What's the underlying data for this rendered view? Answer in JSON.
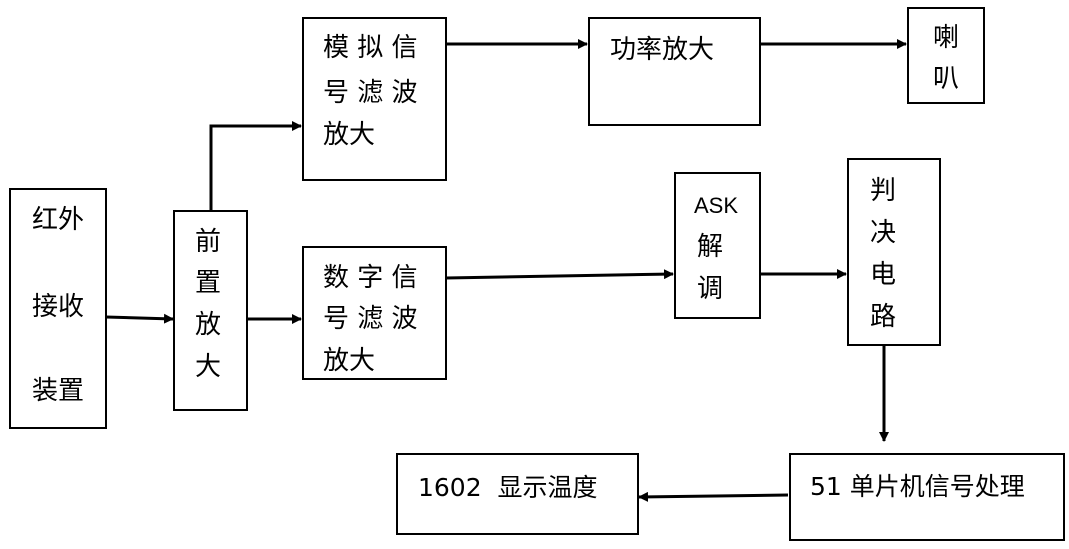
{
  "nodes": {
    "ir_receiver": {
      "lines": [
        "红外",
        "接收",
        "装置"
      ]
    },
    "pre_amplifier": {
      "lines": [
        "前",
        "置",
        "放",
        "大"
      ]
    },
    "analog_filter_amp": {
      "lines": [
        "模 拟 信",
        "号 滤 波",
        "放大"
      ]
    },
    "digital_filter_amp": {
      "lines": [
        "数 字 信",
        "号 滤 波",
        "放大"
      ]
    },
    "power_amp": {
      "text": "功率放大"
    },
    "speaker": {
      "lines": [
        "喇",
        "叭"
      ]
    },
    "ask_demod": {
      "lines": [
        "ASK",
        "解",
        "调"
      ]
    },
    "decision_circuit": {
      "lines": [
        "判",
        "决",
        "电",
        "路"
      ]
    },
    "mcu_processing": {
      "text": "51 单片机信号处理"
    },
    "lcd_display": {
      "text": "1602  显示温度"
    }
  },
  "edges": [
    {
      "from": "ir_receiver",
      "to": "pre_amplifier"
    },
    {
      "from": "pre_amplifier",
      "to": "analog_filter_amp"
    },
    {
      "from": "pre_amplifier",
      "to": "digital_filter_amp"
    },
    {
      "from": "analog_filter_amp",
      "to": "power_amp"
    },
    {
      "from": "power_amp",
      "to": "speaker"
    },
    {
      "from": "digital_filter_amp",
      "to": "ask_demod"
    },
    {
      "from": "ask_demod",
      "to": "decision_circuit"
    },
    {
      "from": "decision_circuit",
      "to": "mcu_processing"
    },
    {
      "from": "mcu_processing",
      "to": "lcd_display"
    }
  ],
  "colors": {
    "stroke": "#000000",
    "background": "#ffffff"
  }
}
